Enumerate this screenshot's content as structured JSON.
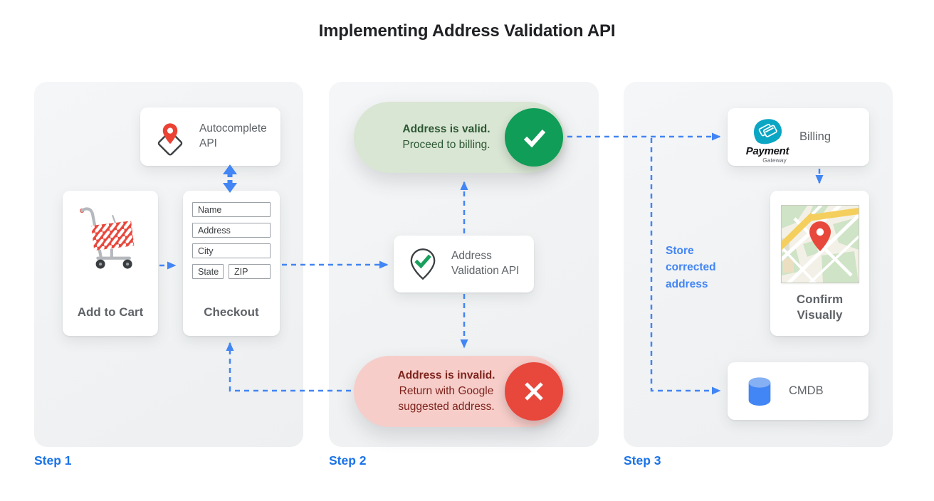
{
  "title": "Implementing Address Validation API",
  "colors": {
    "arrow_blue": "#4285f4",
    "step_label_blue": "#1a73e8",
    "valid_green": "#0f9d58",
    "valid_pill_bg": "#d9e6d4",
    "invalid_red": "#e8473c",
    "invalid_pill_bg": "#f6cdc9",
    "card_text_gray": "#5f6368",
    "title_dark": "#202124"
  },
  "icons": {
    "autocomplete": "map-pin-on-diamond",
    "cart": "shopping-cart",
    "validation": "map-pin-with-check",
    "valid": "check-circle",
    "invalid": "x-circle",
    "billing": "payment-gateway-logo",
    "confirm": "map-thumbnail-with-pin",
    "cmdb": "database-cylinder"
  },
  "step1": {
    "label": "Step 1",
    "autocomplete": {
      "title": "Autocomplete API"
    },
    "cart": {
      "title": "Add to Cart"
    },
    "checkout": {
      "title": "Checkout",
      "fields": {
        "name": "Name",
        "address": "Address",
        "city": "City",
        "state": "State",
        "zip": "ZIP"
      }
    }
  },
  "step2": {
    "label": "Step 2",
    "valid": {
      "title": "Address is valid.",
      "subtitle": "Proceed to billing."
    },
    "api": {
      "title": "Address Validation API"
    },
    "invalid": {
      "title": "Address is invalid.",
      "subtitle": "Return with Google suggested address."
    }
  },
  "step3": {
    "label": "Step 3",
    "billing": {
      "title": "Billing",
      "logo_name": "Payment",
      "logo_sub": "Gateway"
    },
    "confirm": {
      "title": "Confirm Visually"
    },
    "cmdb": {
      "title": "CMDB"
    },
    "annotation": "Store corrected address"
  }
}
